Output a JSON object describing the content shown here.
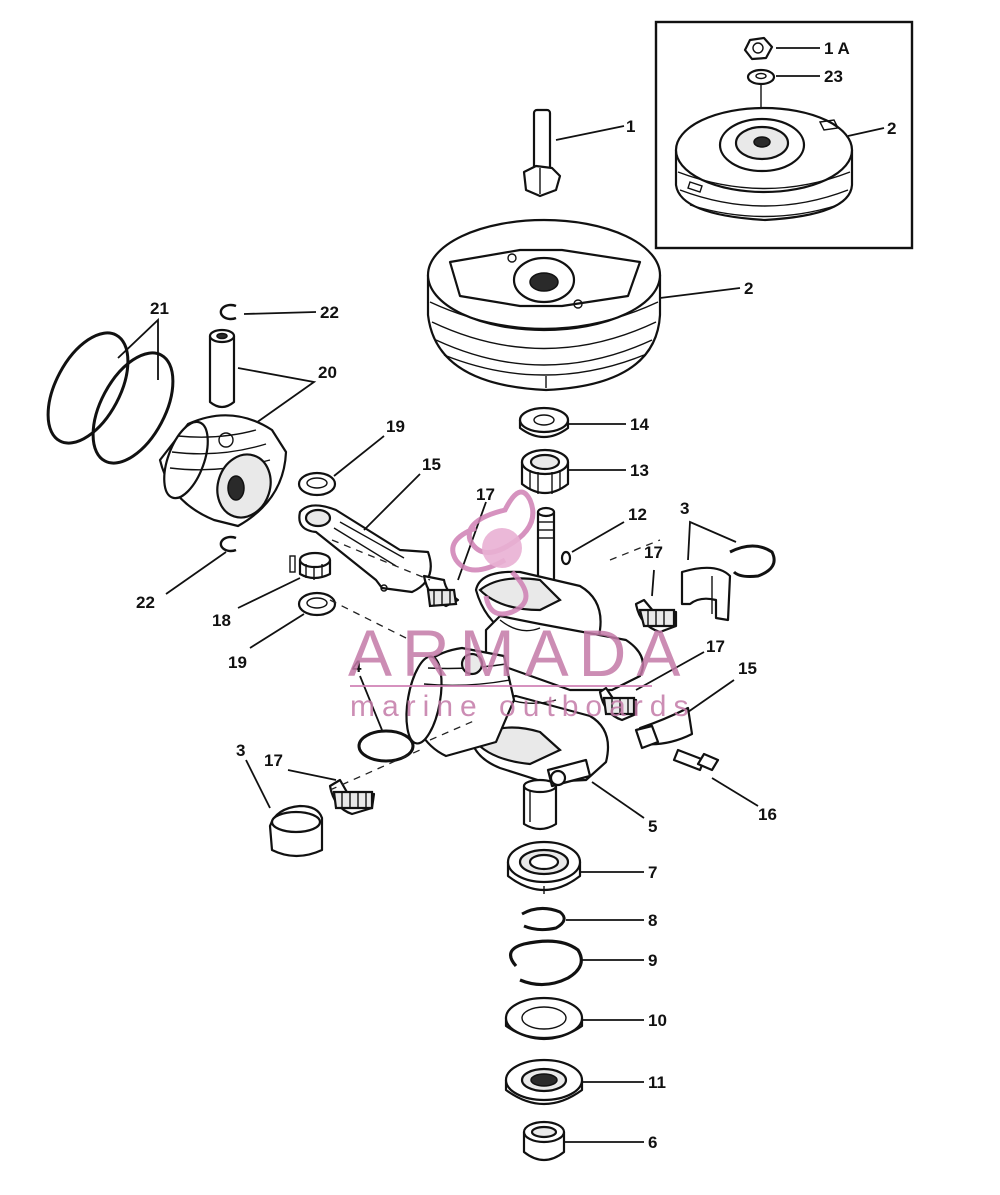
{
  "watermark": {
    "brand": "ARMADA",
    "tagline": "marine outboards",
    "color": "#c47aa8"
  },
  "callouts": {
    "c_1a": "1 A",
    "c_23": "23",
    "c_2_inset": "2",
    "c_1": "1",
    "c_2": "2",
    "c_21": "21",
    "c_22_top": "22",
    "c_20": "20",
    "c_19_top": "19",
    "c_14": "14",
    "c_13": "13",
    "c_15_top": "15",
    "c_17_center": "17",
    "c_12": "12",
    "c_3_right": "3",
    "c_17_right": "17",
    "c_22_bottom": "22",
    "c_18": "18",
    "c_19_bottom": "19",
    "c_17_lower_right": "17",
    "c_15_lower": "15",
    "c_4": "4",
    "c_3_left": "3",
    "c_17_left": "17",
    "c_16": "16",
    "c_5": "5",
    "c_7": "7",
    "c_8": "8",
    "c_9": "9",
    "c_10": "10",
    "c_11": "11",
    "c_6": "6"
  },
  "icons": [
    "flywheel-icon",
    "nut-icon",
    "washer-icon",
    "bolt-icon",
    "piston-icon",
    "piston-ring-icon",
    "wrist-pin-icon",
    "connecting-rod-icon",
    "needle-bearing-icon",
    "crankshaft-icon",
    "ball-bearing-icon",
    "retaining-ring-icon",
    "oil-seal-icon",
    "bushing-icon",
    "watermark-logo-icon"
  ]
}
